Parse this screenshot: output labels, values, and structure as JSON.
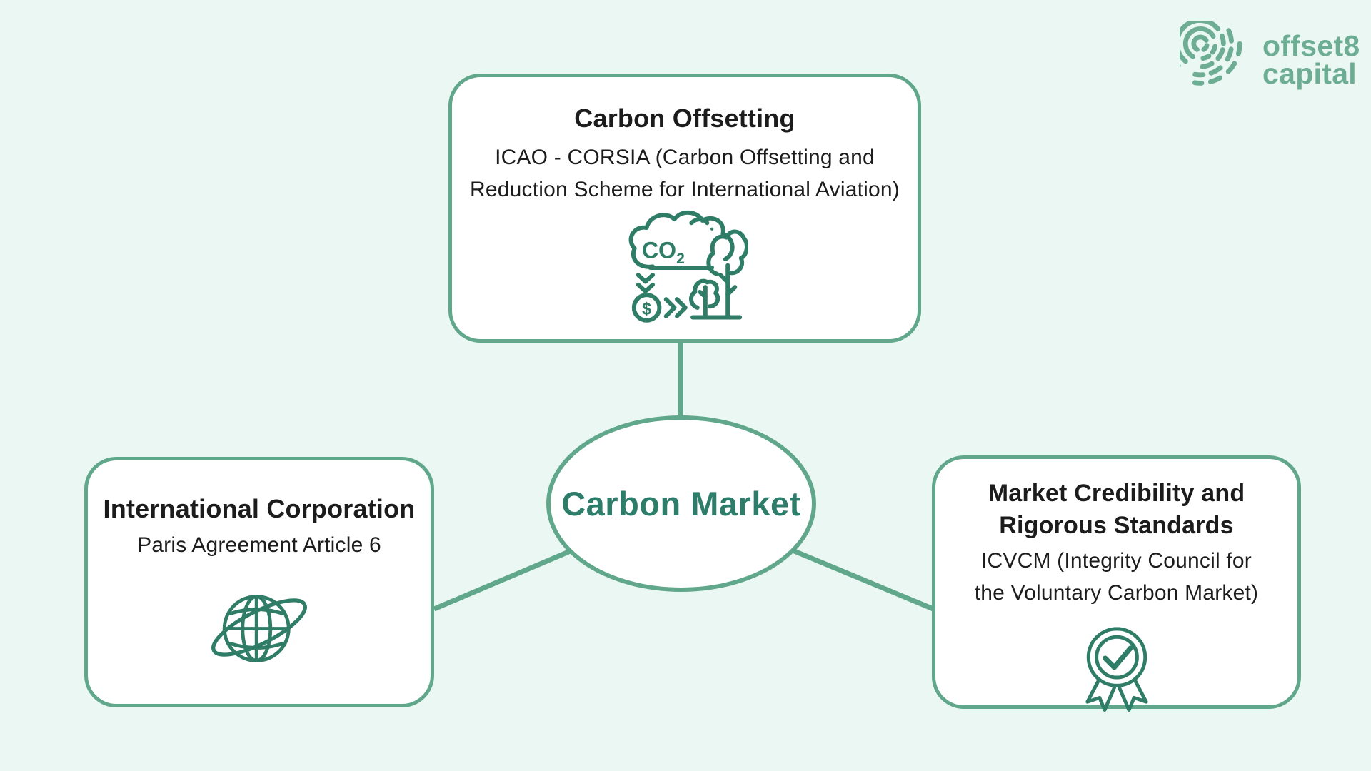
{
  "logo": {
    "text": "offset8\ncapital",
    "icon": "offset8-fingerprint-arcs-icon"
  },
  "center_node": {
    "label": "Carbon Market"
  },
  "nodes": {
    "top": {
      "title": "Carbon Offsetting",
      "description": "ICAO - CORSIA (Carbon Offsetting and\nReduction Scheme for International Aviation)",
      "icon": "co2-to-trees-icon"
    },
    "left": {
      "title": "International Corporation",
      "description": "Paris Agreement Article 6",
      "icon": "globe-orbit-icon"
    },
    "right": {
      "title": "Market Credibility and\nRigorous Standards",
      "description": "ICVCM (Integrity Council for\nthe Voluntary Carbon Market)",
      "icon": "award-ribbon-icon"
    }
  },
  "colors": {
    "background": "#EAF7F2",
    "node_border": "#61A78C",
    "icon_stroke": "#2F7D66",
    "center_label": "#2E7D6A",
    "text": "#1C1C1C",
    "logo": "#6CAD94"
  }
}
